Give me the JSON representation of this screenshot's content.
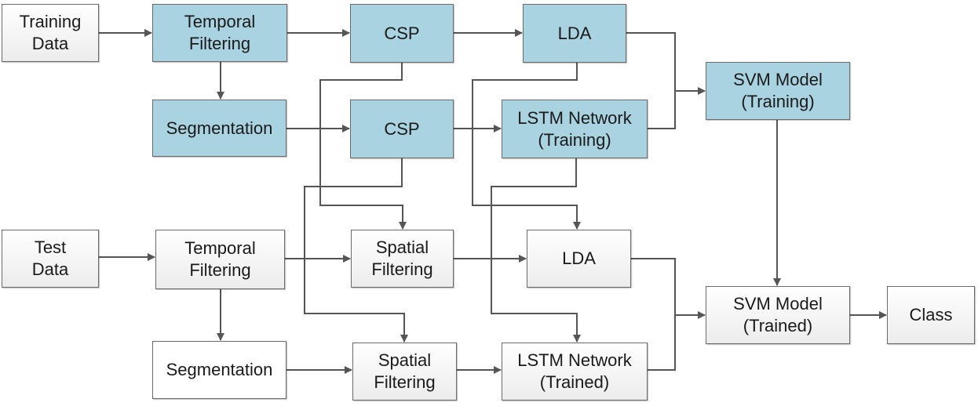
{
  "boxes": {
    "training_data": "Training\nData",
    "temporal_filtering_train": "Temporal\nFiltering",
    "csp_top": "CSP",
    "lda_train": "LDA",
    "segmentation_train": "Segmentation",
    "csp_mid": "CSP",
    "lstm_training": "LSTM Network\n(Training)",
    "svm_training": "SVM Model\n(Training)",
    "test_data": "Test\nData",
    "temporal_filtering_test": "Temporal\nFiltering",
    "spatial_filtering_1": "Spatial\nFiltering",
    "lda_test": "LDA",
    "segmentation_test": "Segmentation",
    "spatial_filtering_2": "Spatial\nFiltering",
    "lstm_trained": "LSTM Network\n(Trained)",
    "svm_trained": "SVM Model\n(Trained)",
    "class": "Class"
  },
  "colors": {
    "training_fill": "#a9d3e0",
    "testing_fill": "#f3f3f3",
    "line": "#555555"
  }
}
